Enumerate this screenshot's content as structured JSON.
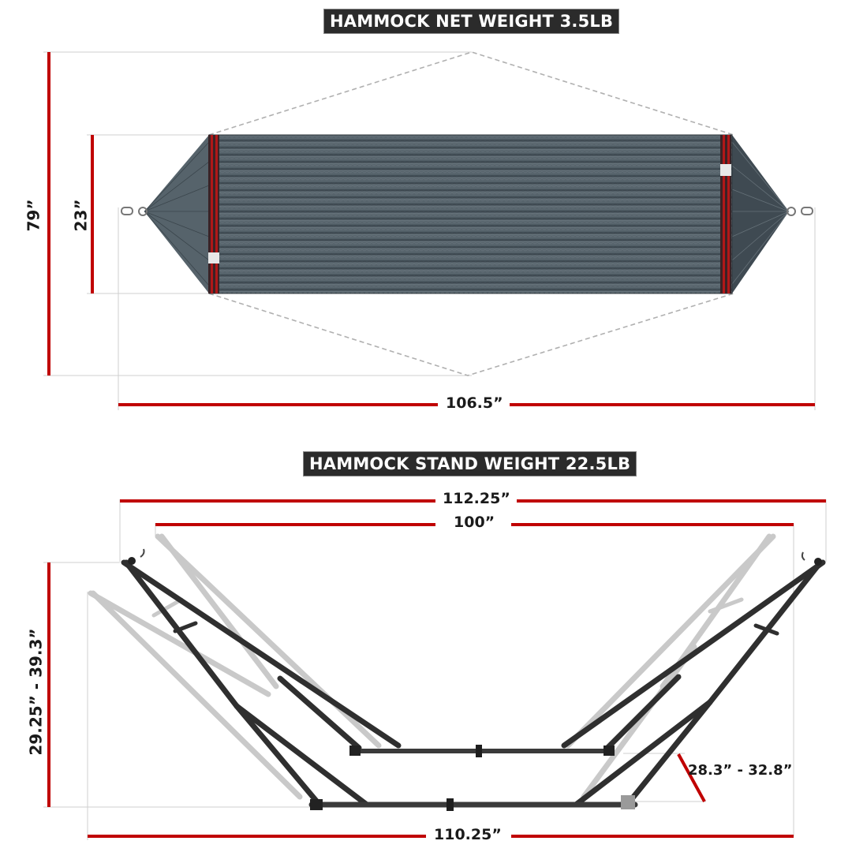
{
  "hammock_section": {
    "title": "HAMMOCK NET WEIGHT 3.5LB",
    "dimensions": {
      "overall_height": "79”",
      "bed_width": "23”",
      "length": "106.5”"
    }
  },
  "stand_section": {
    "title": "HAMMOCK STAND WEIGHT 22.5LB",
    "dimensions": {
      "top_outer_width": "112.25”",
      "top_inner_width": "100”",
      "height_range": "29.25” - 39.3”",
      "base_width": "110.25”",
      "base_adjust_range": "28.3” - 32.8”"
    }
  },
  "colors": {
    "dimension_line": "#c00000",
    "badge_bg": "#2b2b2b",
    "hammock_fabric": "#4a565e",
    "stand_frame": "#2e2e2e",
    "stand_ghost": "#c8c8c8",
    "guide_line": "#cccccc"
  }
}
